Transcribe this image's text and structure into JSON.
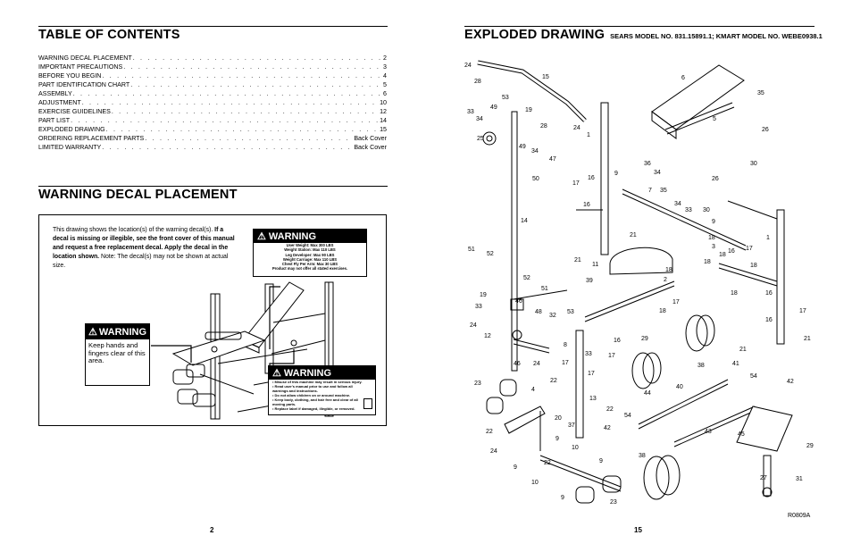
{
  "left_page": {
    "toc_title": "TABLE OF CONTENTS",
    "toc": [
      {
        "entry": "WARNING DECAL PLACEMENT",
        "page": "2"
      },
      {
        "entry": "IMPORTANT PRECAUTIONS",
        "page": "3"
      },
      {
        "entry": "BEFORE YOU BEGIN",
        "page": "4"
      },
      {
        "entry": "PART IDENTIFICATION CHART",
        "page": "5"
      },
      {
        "entry": "ASSEMBLY",
        "page": "6"
      },
      {
        "entry": "ADJUSTMENT",
        "page": "10"
      },
      {
        "entry": "EXERCISE GUIDELINES",
        "page": "12"
      },
      {
        "entry": "PART LIST",
        "page": "14"
      },
      {
        "entry": "EXPLODED DRAWING",
        "page": "15"
      },
      {
        "entry": "ORDERING REPLACEMENT PARTS",
        "page": "Back Cover"
      },
      {
        "entry": "LIMITED WARRANTY",
        "page": "Back Cover"
      }
    ],
    "decal_title": "WARNING DECAL PLACEMENT",
    "decal_intro_1": "This drawing shows the location(s) of the warning decal(s). ",
    "decal_intro_bold": "If a decal is missing or illegible, see the front cover of this manual and request a free replacement decal. Apply the decal in the location shown.",
    "decal_intro_2": " Note: The decal(s) may not be shown at actual size.",
    "warning_word": "WARNING",
    "big_decal_text": "Keep hands and fingers clear of this area.",
    "weight_decal_lines": [
      "User Weight: Max 300 LBS",
      "Weight Station: Max 110 LBS",
      "Leg Developer: Max 90 LBS",
      "Weight Carriage: Max 110 LBS",
      "Chest Fly Per Arm: Max 30 LBS",
      "Product may not offer all stated exercises."
    ],
    "safety_decal_lines": [
      "• Misuse of this machine may result in serious injury.",
      "• Read user's manual prior to use and follow all warnings and instructions.",
      "• Do not allow children on or around machine.",
      "• Keep body, clothing, and hair free and clear of all moving parts.",
      "• Replace label if damaged, illegible, or removed."
    ],
    "page_number": "2"
  },
  "right_page": {
    "title": "EXPLODED DRAWING",
    "model_line": "SEARS MODEL NO. 831.15891.1; KMART MODEL NO. WEBE0938.1",
    "page_number": "15",
    "drawing_code": "R0809A"
  }
}
